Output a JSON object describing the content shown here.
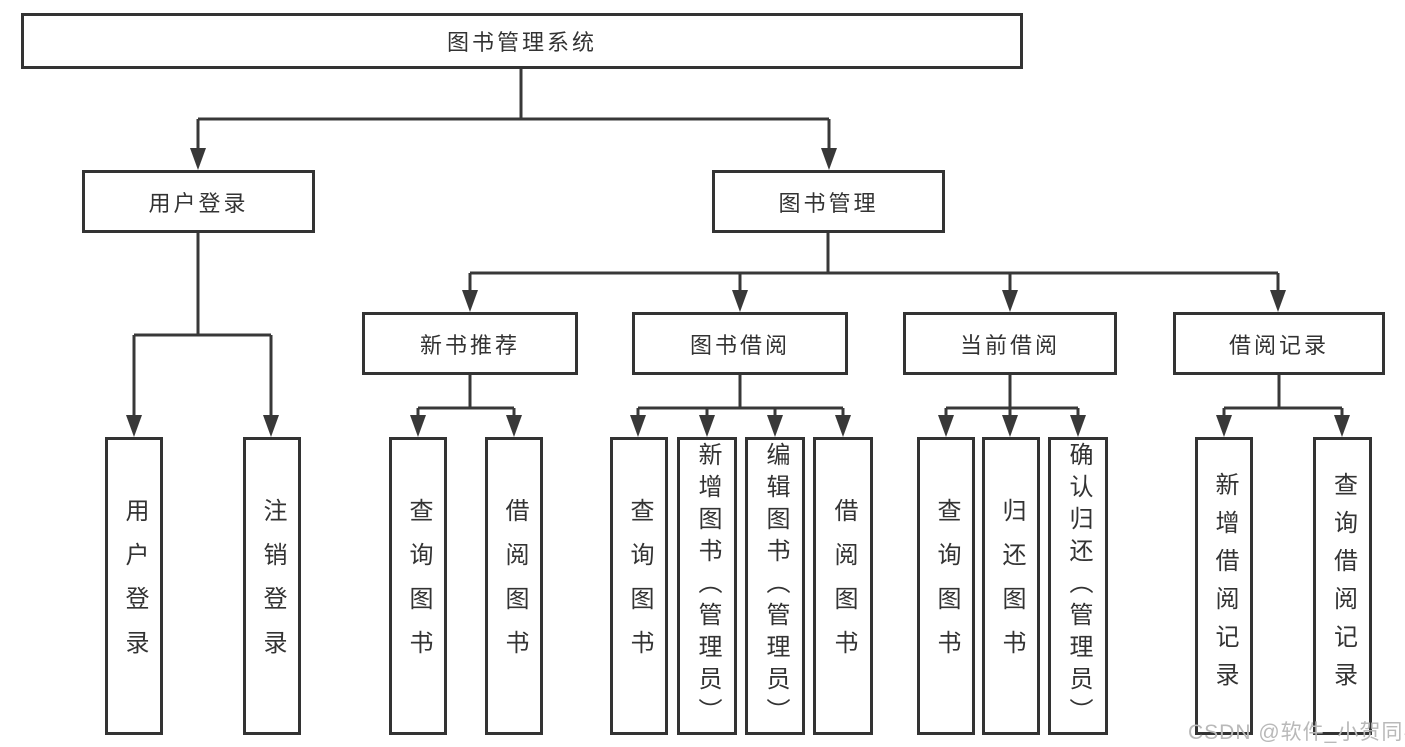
{
  "tree": {
    "label": "图书管理系统",
    "children": [
      {
        "label": "用户登录",
        "children": [
          {
            "label": "用户登录"
          },
          {
            "label": "注销登录"
          }
        ]
      },
      {
        "label": "图书管理",
        "children": [
          {
            "label": "新书推荐",
            "children": [
              {
                "label": "查询图书"
              },
              {
                "label": "借阅图书"
              }
            ]
          },
          {
            "label": "图书借阅",
            "children": [
              {
                "label": "查询图书"
              },
              {
                "label": "新增图书（管理员）"
              },
              {
                "label": "编辑图书（管理员）"
              },
              {
                "label": "借阅图书"
              }
            ]
          },
          {
            "label": "当前借阅",
            "children": [
              {
                "label": "查询图书"
              },
              {
                "label": "归还图书"
              },
              {
                "label": "确认归还（管理员）"
              }
            ]
          },
          {
            "label": "借阅记录",
            "children": [
              {
                "label": "新增借阅记录"
              },
              {
                "label": "查询借阅记录"
              }
            ]
          }
        ]
      }
    ]
  },
  "watermark": {
    "text": "CSDN @软件_小贺同学"
  },
  "colors": {
    "line": "#383838",
    "box_border": "#333333",
    "text": "#333333",
    "watermark_text": "#b9b9b9",
    "background": "#ffffff"
  }
}
